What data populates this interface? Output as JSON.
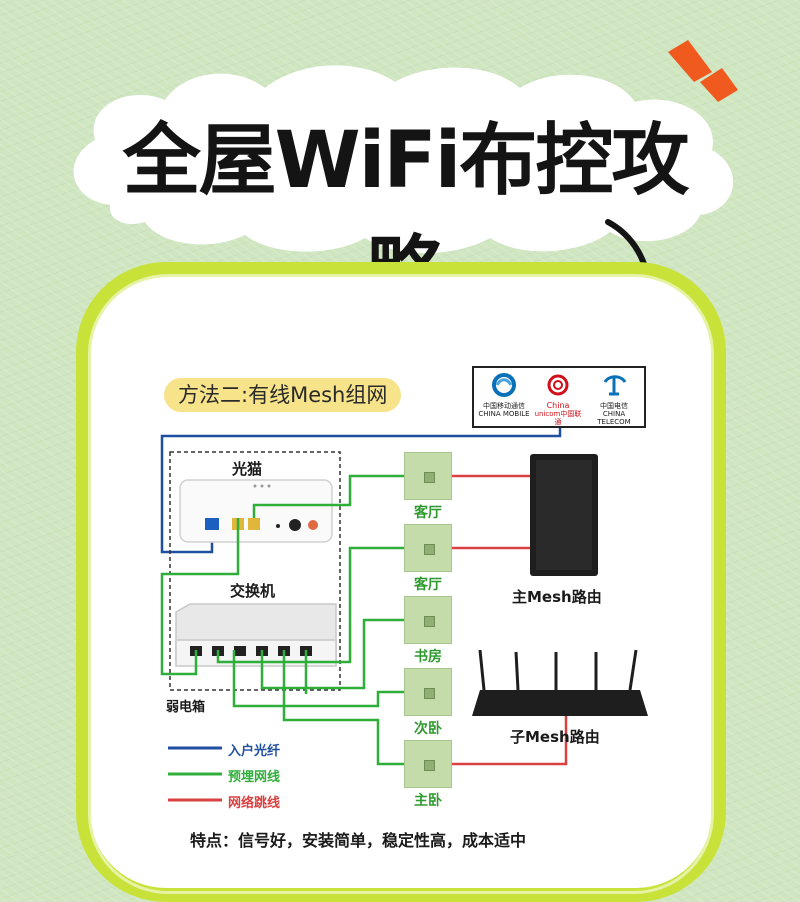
{
  "title": "全屋WiFi布控攻略",
  "method_label": "方法二:有线Mesh组网",
  "isp": [
    {
      "name": "china-mobile",
      "cn": "中国移动通信",
      "en": "CHINA MOBILE",
      "color": "#0a70b8"
    },
    {
      "name": "china-unicom",
      "line1": "China",
      "line2": "unicom中国联通",
      "color": "#d0101b"
    },
    {
      "name": "china-telecom",
      "cn": "中国电信",
      "en": "CHINA TELECOM",
      "color": "#0a70b8"
    }
  ],
  "devices": {
    "modem": "光猫",
    "switch": "交换机",
    "cabinet": "弱电箱",
    "main_router": "主Mesh路由",
    "sub_router": "子Mesh路由"
  },
  "rooms": [
    "客厅",
    "客厅",
    "书房",
    "次卧",
    "主卧"
  ],
  "legend": [
    {
      "label": "入户光纤",
      "color": "#1f4fa0"
    },
    {
      "label": "预埋网线",
      "color": "#2fae3a"
    },
    {
      "label": "网络跳线",
      "color": "#d94040"
    }
  ],
  "footer": "特点：信号好，安装简单，稳定性高，成本适中",
  "colors": {
    "accent": "#c8e23a",
    "fiber": "#1f4fa0",
    "cable": "#2fae3a",
    "patch": "#d94040"
  }
}
